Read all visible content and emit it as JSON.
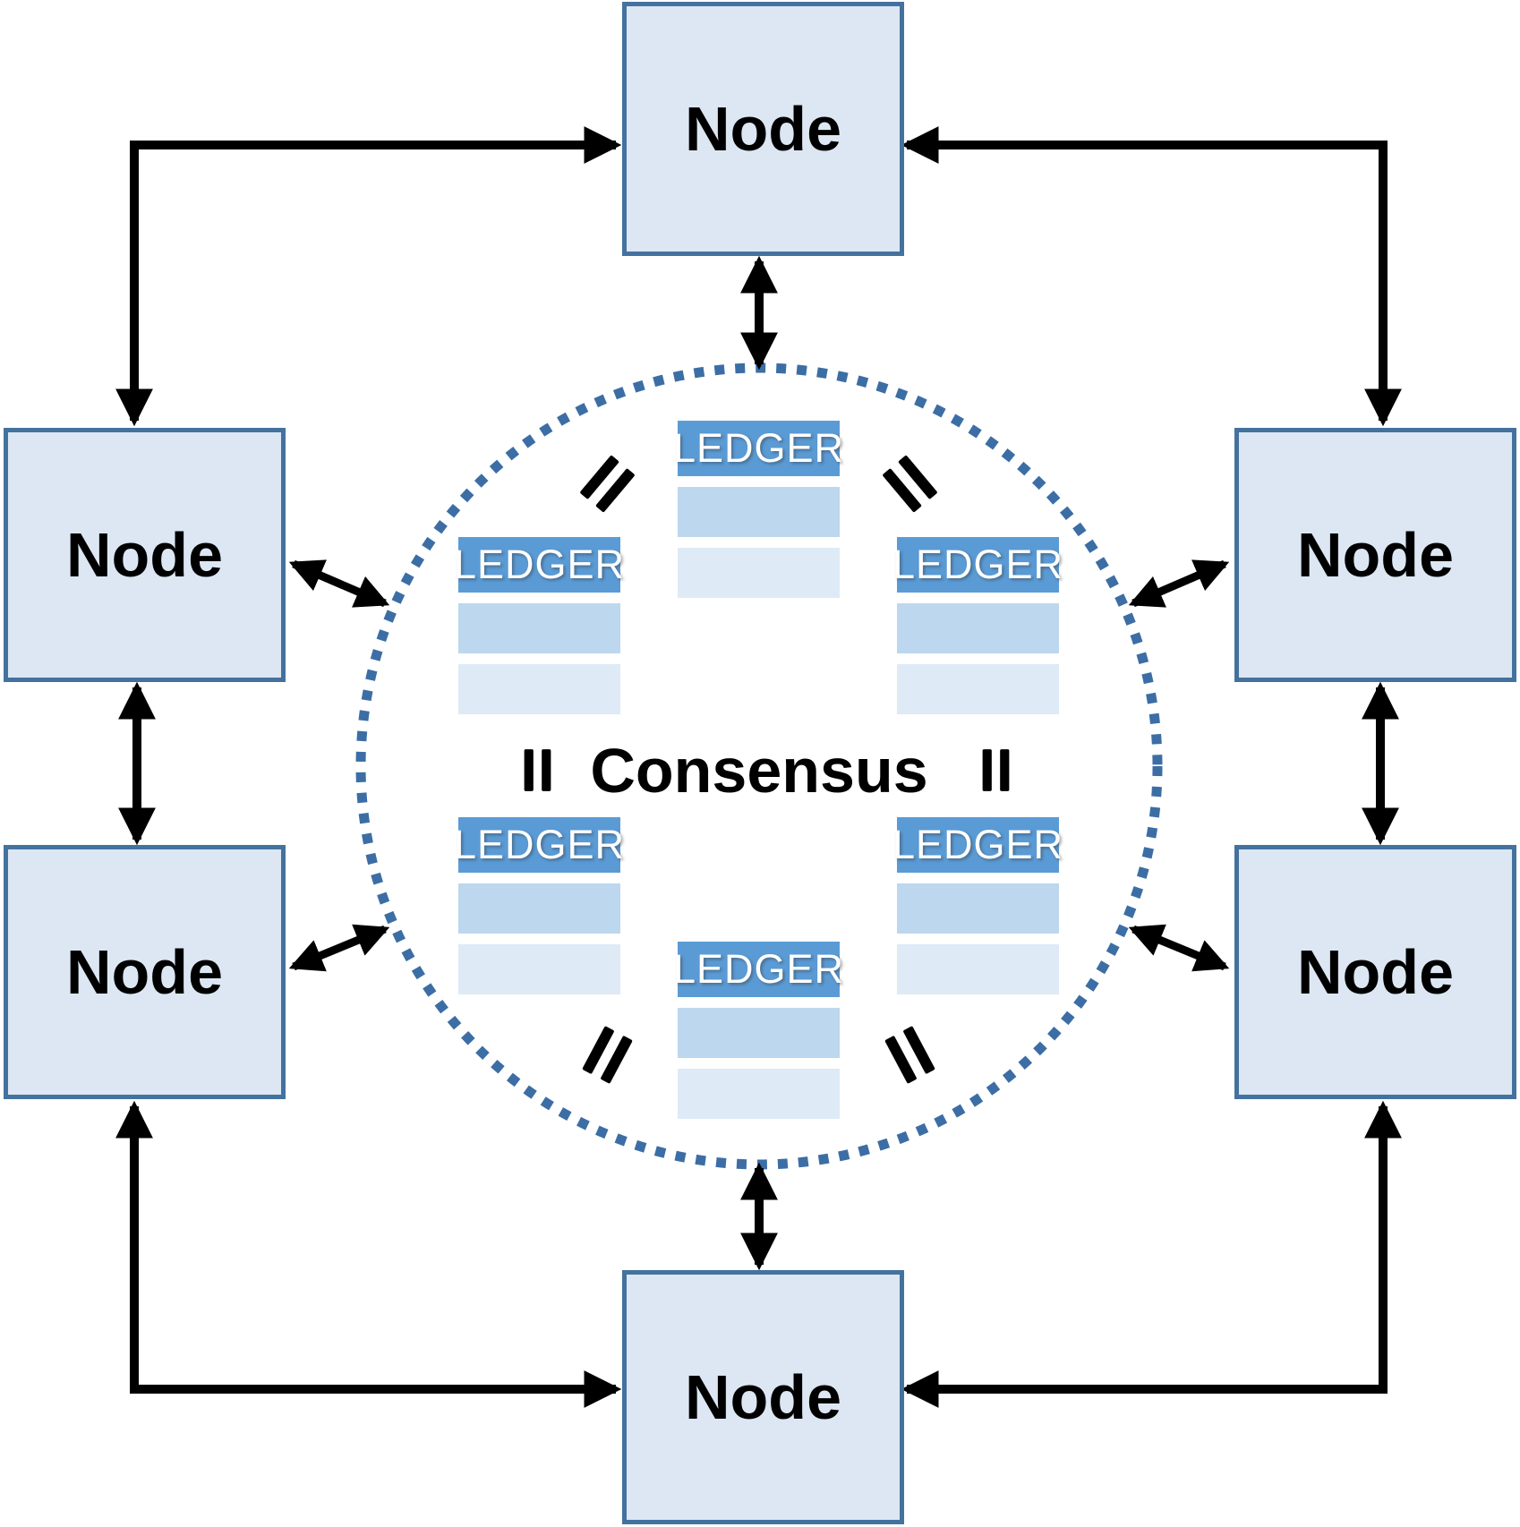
{
  "center_label": "Consensus",
  "nodes": [
    {
      "id": "top",
      "label": "Node"
    },
    {
      "id": "upper-left",
      "label": "Node"
    },
    {
      "id": "upper-right",
      "label": "Node"
    },
    {
      "id": "lower-left",
      "label": "Node"
    },
    {
      "id": "lower-right",
      "label": "Node"
    },
    {
      "id": "bottom",
      "label": "Node"
    }
  ],
  "ledgers": [
    {
      "id": "top",
      "label": "LEDGER"
    },
    {
      "id": "upper-left",
      "label": "LEDGER"
    },
    {
      "id": "upper-right",
      "label": "LEDGER"
    },
    {
      "id": "lower-left",
      "label": "LEDGER"
    },
    {
      "id": "lower-right",
      "label": "LEDGER"
    },
    {
      "id": "bottom",
      "label": "LEDGER"
    }
  ],
  "equals_marks": {
    "symbol": "=",
    "count": 6
  },
  "colors": {
    "node_fill": "#dce7f3",
    "node_border": "#44729f",
    "circle_dots": "#3c6ea5",
    "ledger_header": "#5b9bd5",
    "ledger_row1": "#bdd7ee",
    "ledger_row2": "#deeaf6",
    "ledger_text": "#ffffff",
    "label_text": "#000000",
    "arrow": "#000000"
  }
}
